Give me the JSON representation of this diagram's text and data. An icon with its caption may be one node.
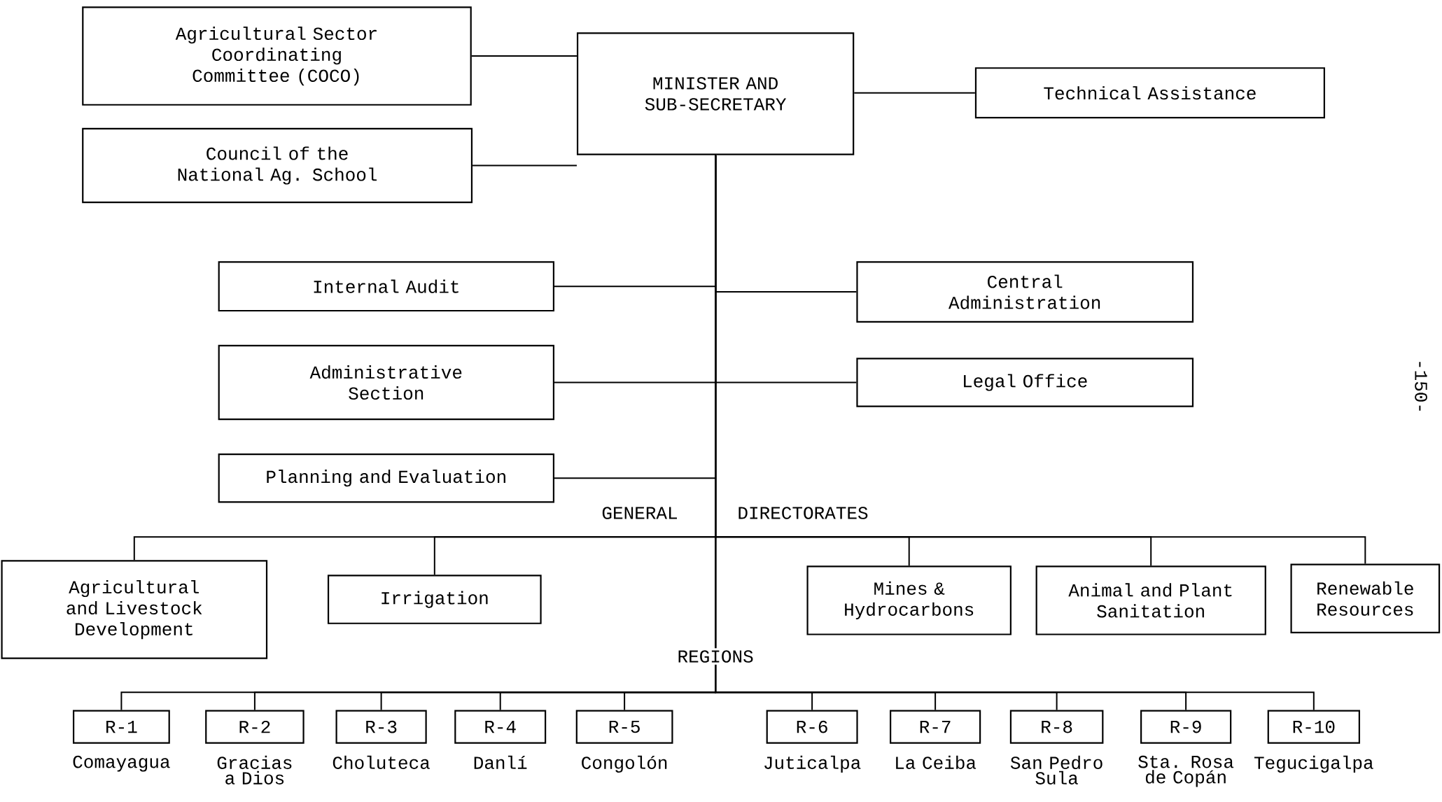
{
  "diagram": {
    "nodes": [
      {
        "text": [
          "Agricultural Sector Coordinating Committee (COCO)"
        ]
      },
      {
        "text": [
          "Council of the National Ag. School"
        ]
      },
      {
        "text": [
          "MINISTER AND SUB-SECRETARY"
        ]
      },
      {
        "text": [
          "Technical Assistance"
        ]
      },
      {
        "text": [
          "Internal Audit"
        ]
      },
      {
        "text": [
          "Central Administration"
        ]
      },
      {
        "text": [
          "Administrative Section"
        ]
      },
      {
        "text": [
          "Legal Office"
        ]
      },
      {
        "text": [
          "Planning and Evaluation"
        ]
      },
      {
        "text": [
          "Agricultural and Livestock Development"
        ]
      },
      {
        "text": [
          "Irrigation"
        ]
      },
      {
        "text": [
          "Mines & Hydrocarbons"
        ]
      },
      {
        "text": [
          "Animal and Plant Sanitation"
        ]
      },
      {
        "text": [
          "Renewable Resources"
        ]
      },
      {
        "text": [
          "R-1"
        ],
        "beside": [
          "Comayagua"
        ]
      },
      {
        "text": [
          "R-2"
        ],
        "beside": [
          "Gracias a Dios"
        ]
      },
      {
        "text": [
          "R-3"
        ],
        "beside": [
          "Choluteca"
        ]
      },
      {
        "text": [
          "R-4"
        ],
        "beside": [
          "Danlí"
        ]
      },
      {
        "text": [
          "R-5"
        ],
        "beside": [
          "Congolón"
        ]
      },
      {
        "text": [
          "R-6"
        ],
        "beside": [
          "Juticalpa"
        ]
      },
      {
        "text": [
          "R-7"
        ],
        "beside": [
          "La Ceiba"
        ]
      },
      {
        "text": [
          "R-8"
        ],
        "beside": [
          "San Pedro Sula"
        ]
      },
      {
        "text": [
          "R-9"
        ],
        "beside": [
          "Sta. Rosa de Copán"
        ]
      },
      {
        "text": [
          "R-10"
        ],
        "beside": [
          "Tegucigalpa"
        ]
      }
    ],
    "edges": [
      {
        "from": 2,
        "to": 0,
        "arrow": "none"
      },
      {
        "from": 2,
        "to": 1,
        "arrow": "none"
      },
      {
        "from": 2,
        "to": 3,
        "arrow": "none"
      },
      {
        "from": 2,
        "to": 4,
        "arrow": "none"
      },
      {
        "from": 2,
        "to": 5,
        "arrow": "none"
      },
      {
        "from": 2,
        "to": 6,
        "arrow": "none"
      },
      {
        "from": 2,
        "to": 7,
        "arrow": "none"
      },
      {
        "from": 2,
        "to": 8,
        "arrow": "none"
      },
      {
        "from": 2,
        "to": 9,
        "arrow": "none"
      },
      {
        "from": 2,
        "to": 10,
        "arrow": "none"
      },
      {
        "from": 2,
        "to": 11,
        "arrow": "none"
      },
      {
        "from": 2,
        "to": 12,
        "arrow": "none"
      },
      {
        "from": 2,
        "to": 13,
        "arrow": "none"
      },
      {
        "from": 2,
        "to": 14,
        "arrow": "none"
      },
      {
        "from": 2,
        "to": 15,
        "arrow": "none"
      },
      {
        "from": 2,
        "to": 16,
        "arrow": "none"
      },
      {
        "from": 2,
        "to": 17,
        "arrow": "none"
      },
      {
        "from": 2,
        "to": 18,
        "arrow": "none"
      },
      {
        "from": 2,
        "to": 19,
        "arrow": "none"
      },
      {
        "from": 2,
        "to": 20,
        "arrow": "none"
      },
      {
        "from": 2,
        "to": 21,
        "arrow": "none"
      },
      {
        "from": 2,
        "to": 22,
        "arrow": "none"
      },
      {
        "from": 2,
        "to": 23,
        "arrow": "none"
      }
    ],
    "labels": [
      "GENERAL",
      "DIRECTORATES",
      "REGIONS",
      "-150-"
    ]
  }
}
